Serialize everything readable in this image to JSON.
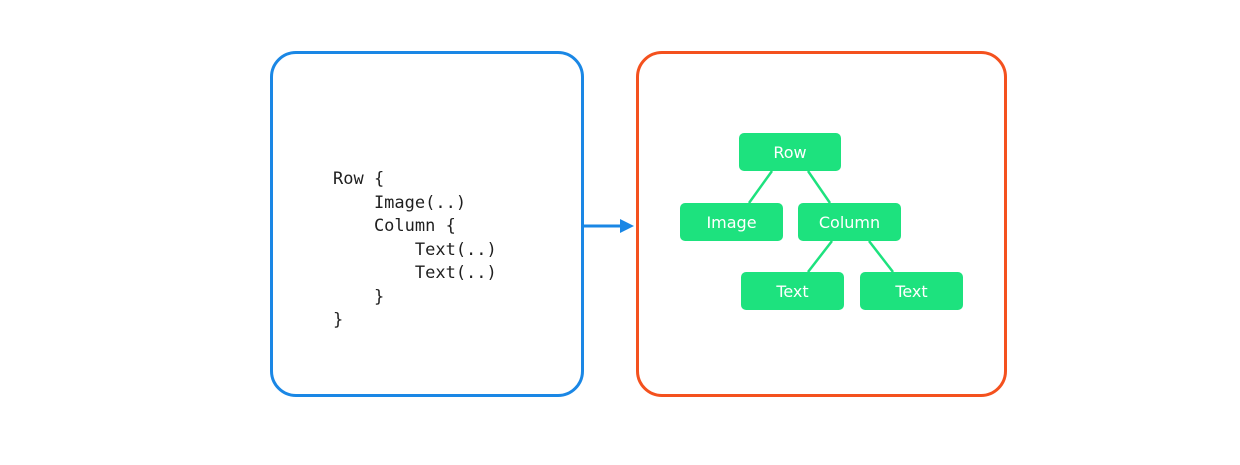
{
  "code_panel": {
    "border_color": "#1a87e5",
    "lines": [
      "Row {",
      "    Image(..)",
      "    Column {",
      "        Text(..)",
      "        Text(..)",
      "    }",
      "}"
    ]
  },
  "arrow": {
    "color": "#1a87e5"
  },
  "tree_panel": {
    "border_color": "#f4511e",
    "node_color": "#1de27e",
    "edge_color": "#1de27e",
    "nodes": {
      "row": "Row",
      "image": "Image",
      "column": "Column",
      "text_1": "Text",
      "text_2": "Text"
    }
  }
}
